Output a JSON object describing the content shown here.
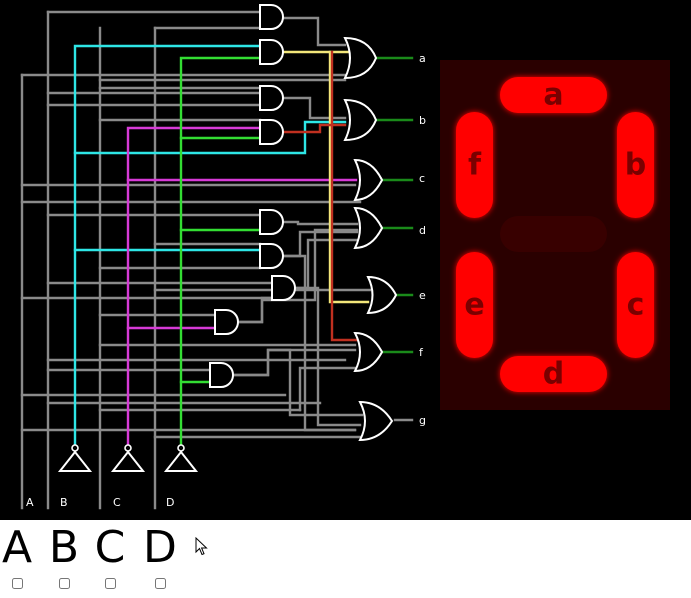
{
  "inputs": [
    {
      "name": "A",
      "checked": false
    },
    {
      "name": "B",
      "checked": false
    },
    {
      "name": "C",
      "checked": false
    },
    {
      "name": "D",
      "checked": false
    }
  ],
  "outputs": [
    "a",
    "b",
    "c",
    "d",
    "e",
    "f",
    "g"
  ],
  "display": {
    "segments": [
      {
        "id": "a",
        "label": "a",
        "on": true
      },
      {
        "id": "b",
        "label": "b",
        "on": true
      },
      {
        "id": "c",
        "label": "c",
        "on": true
      },
      {
        "id": "d",
        "label": "d",
        "on": true
      },
      {
        "id": "e",
        "label": "e",
        "on": true
      },
      {
        "id": "f",
        "label": "f",
        "on": true
      },
      {
        "id": "g",
        "label": "",
        "on": false
      }
    ]
  },
  "colors": {
    "background": "#000000",
    "wire_default": "#8a8a8a",
    "wire_B": "#2ee6e6",
    "wire_C": "#d63ad6",
    "wire_D": "#33dd33",
    "wire_output_on": "#1a8a1a",
    "wire_highlight": "#f2e67a",
    "wire_red": "#c03020",
    "segment_on": "#ff0000",
    "segment_off": "#380000",
    "display_panel": "#2a0000"
  }
}
